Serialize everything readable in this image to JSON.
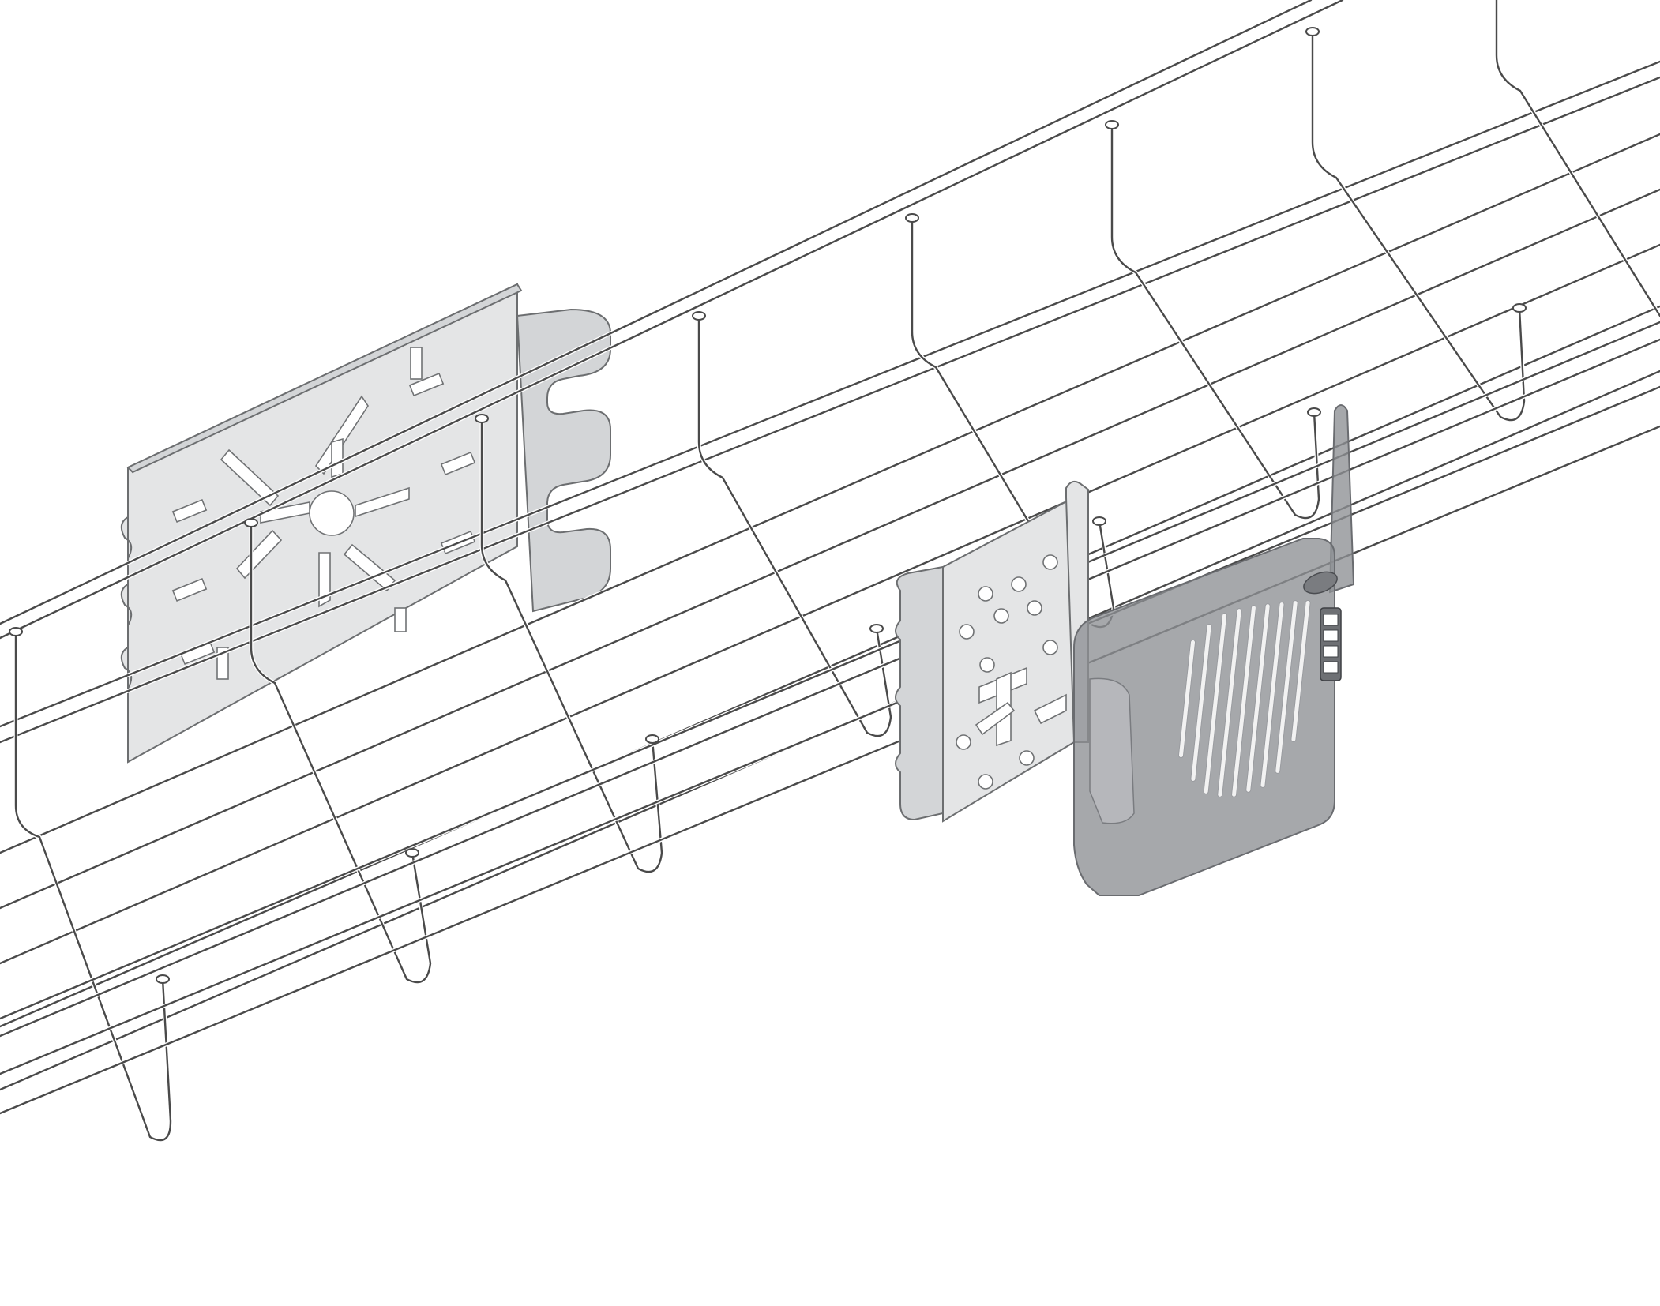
{
  "image": {
    "background_color": "#ffffff",
    "wire_color": "#4a4a4a",
    "plate_color": "#e4e5e6",
    "device_color": "#8d8f93"
  },
  "objects": [
    {
      "name": "wire-mesh-cable-tray"
    },
    {
      "name": "rectangular-mounting-plate"
    },
    {
      "name": "angled-mounting-bracket"
    },
    {
      "name": "wireless-access-point-device"
    }
  ]
}
